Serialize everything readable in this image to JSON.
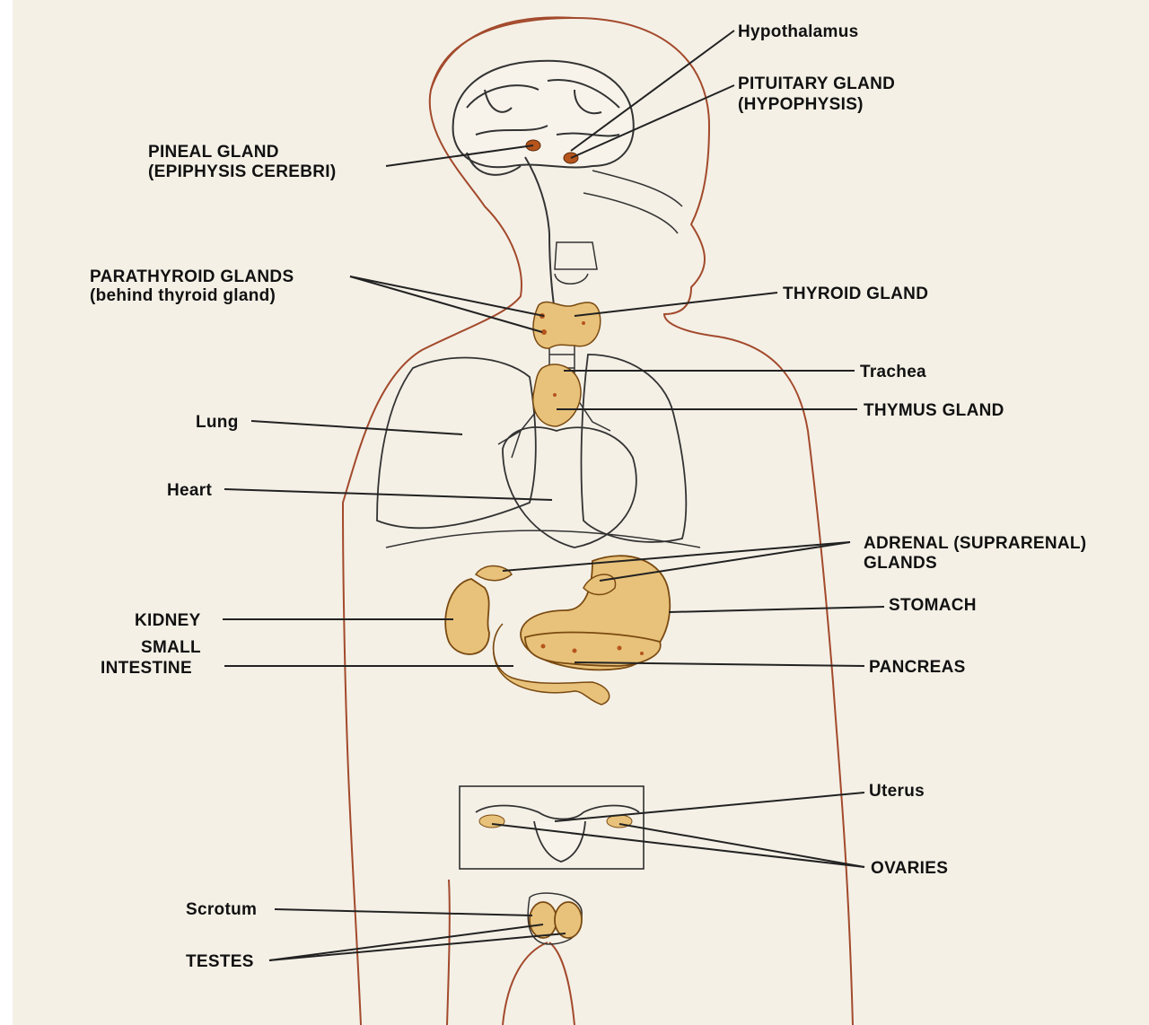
{
  "labels": {
    "hypothalamus": "Hypothalamus",
    "pituitary_1": "PITUITARY GLAND",
    "pituitary_2": "(HYPOPHYSIS)",
    "pineal_1": "PINEAL GLAND",
    "pineal_2": "(EPIPHYSIS CEREBRI)",
    "parathyroid_1": "PARATHYROID GLANDS",
    "parathyroid_2": "(behind thyroid gland)",
    "thyroid": "THYROID GLAND",
    "trachea": "Trachea",
    "thymus": "THYMUS GLAND",
    "lung": "Lung",
    "heart": "Heart",
    "adrenal_1": "ADRENAL (SUPRARENAL)",
    "adrenal_2": "GLANDS",
    "stomach": "STOMACH",
    "kidney": "KIDNEY",
    "small_intestine_1": "SMALL",
    "small_intestine_2": "INTESTINE",
    "pancreas": "PANCREAS",
    "uterus": "Uterus",
    "ovaries": "OVARIES",
    "scrotum": "Scrotum",
    "testes": "TESTES"
  },
  "colors": {
    "gland_fill": "#e8c27a",
    "gland_stroke": "#7a4a12",
    "gland_spot": "#b5541c",
    "body_outline": "#a34a2c",
    "leader_line": "#222222",
    "organ_line": "#333333"
  }
}
